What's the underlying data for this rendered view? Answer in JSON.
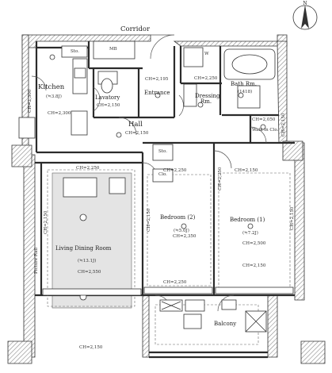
{
  "north_label": "N",
  "corridor_label": "Corridor",
  "rooms": {
    "kitchen": {
      "name": "Kitchen",
      "area": "(≒3.8J)",
      "ch": "CH=2,300"
    },
    "lavatory": {
      "name": "Lavatory",
      "ch": "CH=2,150"
    },
    "entrance": {
      "name": "Entrance",
      "ch": "CH=2,195"
    },
    "dressing": {
      "name": "Dressing Rm.",
      "ch": "CH=2,250"
    },
    "bath": {
      "name": "Bath Rm.",
      "size": "(1418)"
    },
    "hall": {
      "name": "Hall",
      "ch": "CH=2,150"
    },
    "walkin": {
      "name": "Walk-in Clo.",
      "ch": "CH=2,050"
    },
    "bedroom2": {
      "name": "Bedroom (2)",
      "area": "(≒5.0J)",
      "ch": "CH=2,350"
    },
    "bedroom1": {
      "name": "Bedroom (1)",
      "area": "(≒7.2J)",
      "ch": "CH=2,500"
    },
    "living": {
      "name": "Living Dining Room",
      "area": "(≒13.1J)",
      "ch": "CH=2,550"
    },
    "balcony": {
      "name": "Balcony"
    }
  },
  "fixtures": {
    "mb": "MB",
    "sto_top": "Sto.",
    "sto_hall": "Sto.",
    "clo": "Clo.",
    "w": "W",
    "picture_rail": "Picture Rail"
  },
  "ceiling_notes": {
    "kitchen_side": "CH=2,300",
    "living_top": "CH=2,250",
    "living_left": "CH=2,150",
    "bed2_top": "CH=2,250",
    "bed2_left": "CH=2,150",
    "bed2_bottom": "CH=2,250",
    "bed1_top": "CH=2,150",
    "bed1_right": "CH=2,150",
    "bed1_mid": "CH=2,250",
    "bed1_lower": "CH=2,150",
    "walkin_side": "CH=2,150",
    "bottom": "CH=2,150"
  },
  "colors": {
    "wall": "#2b2b2b",
    "hatch": "#9a9a9a",
    "ldr_floor": "#e4e4e4",
    "line": "#444444"
  }
}
